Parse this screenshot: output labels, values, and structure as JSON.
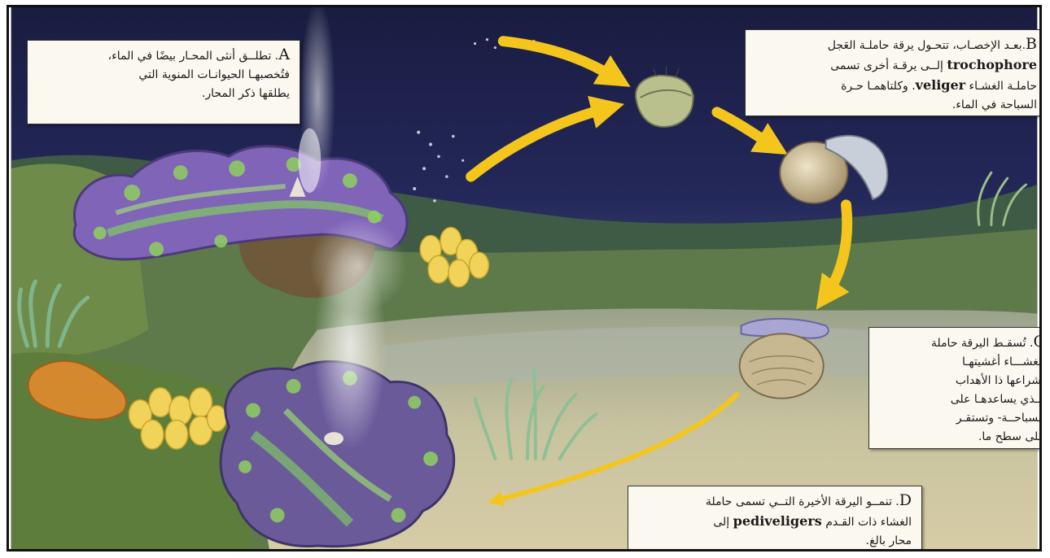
{
  "captions": {
    "a": {
      "letter": "A",
      "line1": ". تطلــق أنثى المحـار بيضًا في الماء،",
      "line2": "فتُخصبهـا الحيوانـات المنوية التي",
      "line3": "يطلقها ذكر المحار."
    },
    "b": {
      "letter": "B",
      "line1": ".بعـد الإخصـاب، تتحـول يرقة حاملـة العَجل",
      "term1": "trochophore",
      "line2_rest": "إلــى يرقـة أخرى تسمى",
      "line3_pre": "حاملـة الغشـاء",
      "term2": "veliger",
      "line3_post": ". وكلتاهمـا حـرة",
      "line4": "السباحة في الماء."
    },
    "c": {
      "letter": "C",
      "line1": ". تُسقـط اليرقة حاملة",
      "line2": "الغشـــاء أغشيتهـا",
      "line3": "-شراعها ذا الأهداب",
      "line4": "الـذي يساعدهـا على",
      "line5": "السباحــة- وتستقـر",
      "line6": "على سطح ما."
    },
    "d": {
      "letter": "D",
      "line1": ". تنمــو اليرقة الأخيرة التــي تسمى حاملة",
      "line2_pre": "الغشاء ذات القـدم",
      "term": "pediveligers",
      "line2_post": "إلى",
      "line3": "محار بالغ."
    }
  },
  "illustration": {
    "colors": {
      "water_top": "#1d2047",
      "water_mid": "#2e3a6a",
      "sand": "#c9c2a0",
      "reef_green": "#7a9a4e",
      "clam_purple": "#7f63b8",
      "clam_green": "#8fc35a",
      "arrow_yellow": "#f4c61d",
      "larva_tan": "#c9b893"
    }
  }
}
